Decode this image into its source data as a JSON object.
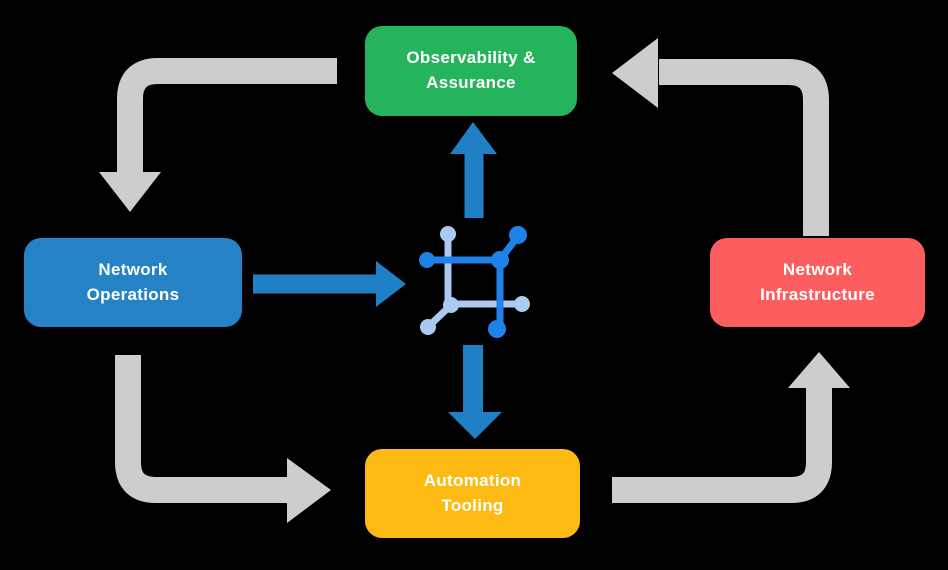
{
  "diagram": {
    "description": "Closed-loop network lifecycle diagram with four stages cycling around a central network fabric icon",
    "nodes": {
      "observability": {
        "label": "Observability &\nAssurance",
        "color": "#25B35B"
      },
      "operations": {
        "label": "Network\nOperations",
        "color": "#2583C5"
      },
      "infrastructure": {
        "label": "Network\nInfrastructure",
        "color": "#FC5D5F"
      },
      "automation": {
        "label": "Automation\nTooling",
        "color": "#FCBA13"
      }
    },
    "colors": {
      "background": "#000000",
      "cycle_arrow_gray": "#CDCDCD",
      "flow_arrow_blue": "#1F80C6",
      "icon_dark_blue": "#1E82E8",
      "icon_light_blue": "#A9CBF2",
      "label_text": "#FFFFFF"
    },
    "icons": {
      "center": "network-fabric-icon"
    },
    "cycle_arrows": [
      "observability-to-operations",
      "operations-to-automation",
      "automation-to-infrastructure",
      "infrastructure-to-observability"
    ],
    "flow_arrows": [
      "operations-to-center",
      "center-to-observability",
      "center-to-automation"
    ]
  }
}
